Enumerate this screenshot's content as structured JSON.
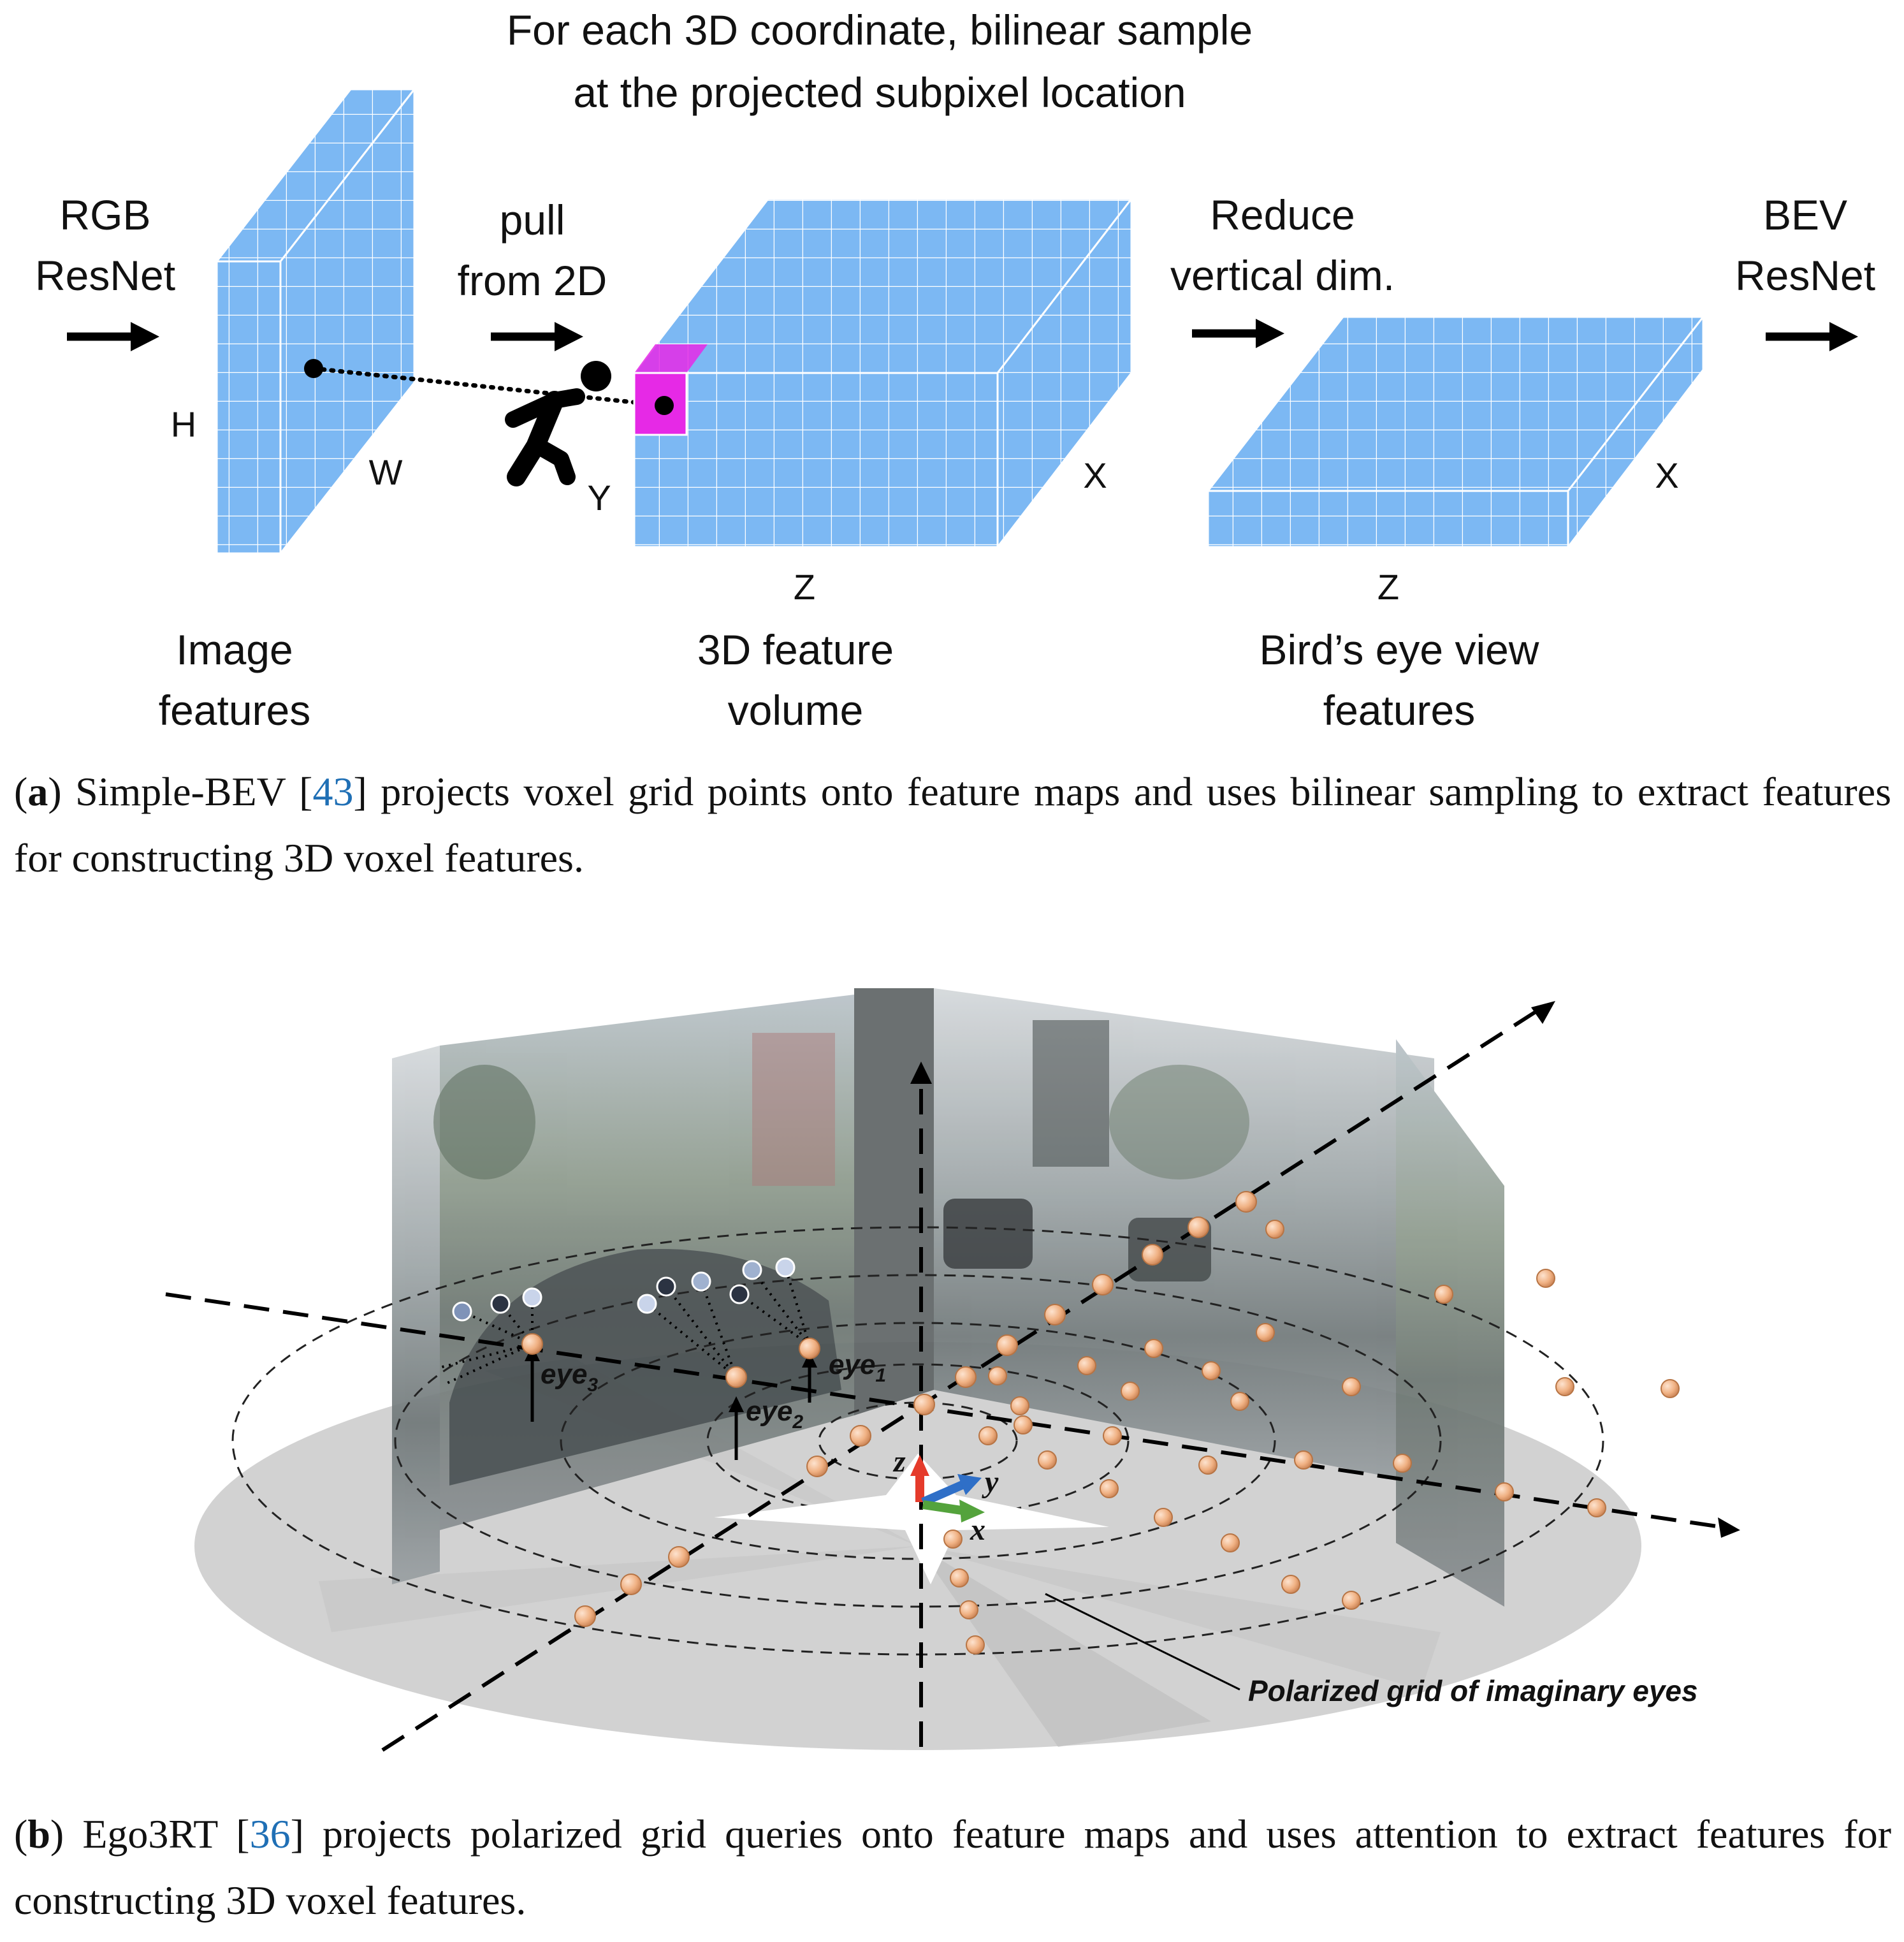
{
  "panel_a": {
    "title_line1": "For each 3D coordinate, bilinear sample",
    "title_line2": "at the projected subpixel location",
    "rgb_line1": "RGB",
    "rgb_line2": "ResNet",
    "pull_line1": "pull",
    "pull_line2": "from 2D",
    "reduce_line1": "Reduce",
    "reduce_line2": "vertical dim.",
    "bev_line1": "BEV",
    "bev_line2": "ResNet",
    "axis_h": "H",
    "axis_w": "W",
    "axis_y": "Y",
    "axis_x_volume": "X",
    "axis_z_volume": "Z",
    "axis_x_bev": "X",
    "axis_z_bev": "Z",
    "label_image_line1": "Image",
    "label_image_line2": "features",
    "label_volume_line1": "3D feature",
    "label_volume_line2": "volume",
    "label_bev_line1": "Bird’s eye view",
    "label_bev_line2": "features",
    "colors": {
      "cell": "#7cb8f3",
      "grid_line": "#ffffff",
      "highlight": "#e629e6",
      "arrow": "#000000"
    }
  },
  "caption_a": {
    "letter": "a",
    "text_before": " Simple-BEV [",
    "ref": "43",
    "text_after": "] projects voxel grid points onto feature maps and uses bilinear sampling to extract features for constructing 3D voxel features."
  },
  "panel_b": {
    "eye1": "eye",
    "eye1_sub": "1",
    "eye2": "eye",
    "eye2_sub": "2",
    "eye3": "eye",
    "eye3_sub": "3",
    "axis_z": "z",
    "axis_y": "y",
    "axis_x": "x",
    "grid_label": "Polarized grid of imaginary eyes",
    "colors": {
      "query_point": "#f0b183",
      "disk": "#d2d2d2",
      "axis_z": "#e53b2b",
      "axis_y": "#2f6fc7",
      "axis_x": "#54a33c"
    }
  },
  "caption_b": {
    "letter": "b",
    "text_before": " Ego3RT [",
    "ref": "36",
    "text_after": "] projects polarized grid queries onto feature maps and uses attention to extract features for constructing 3D voxel features."
  }
}
